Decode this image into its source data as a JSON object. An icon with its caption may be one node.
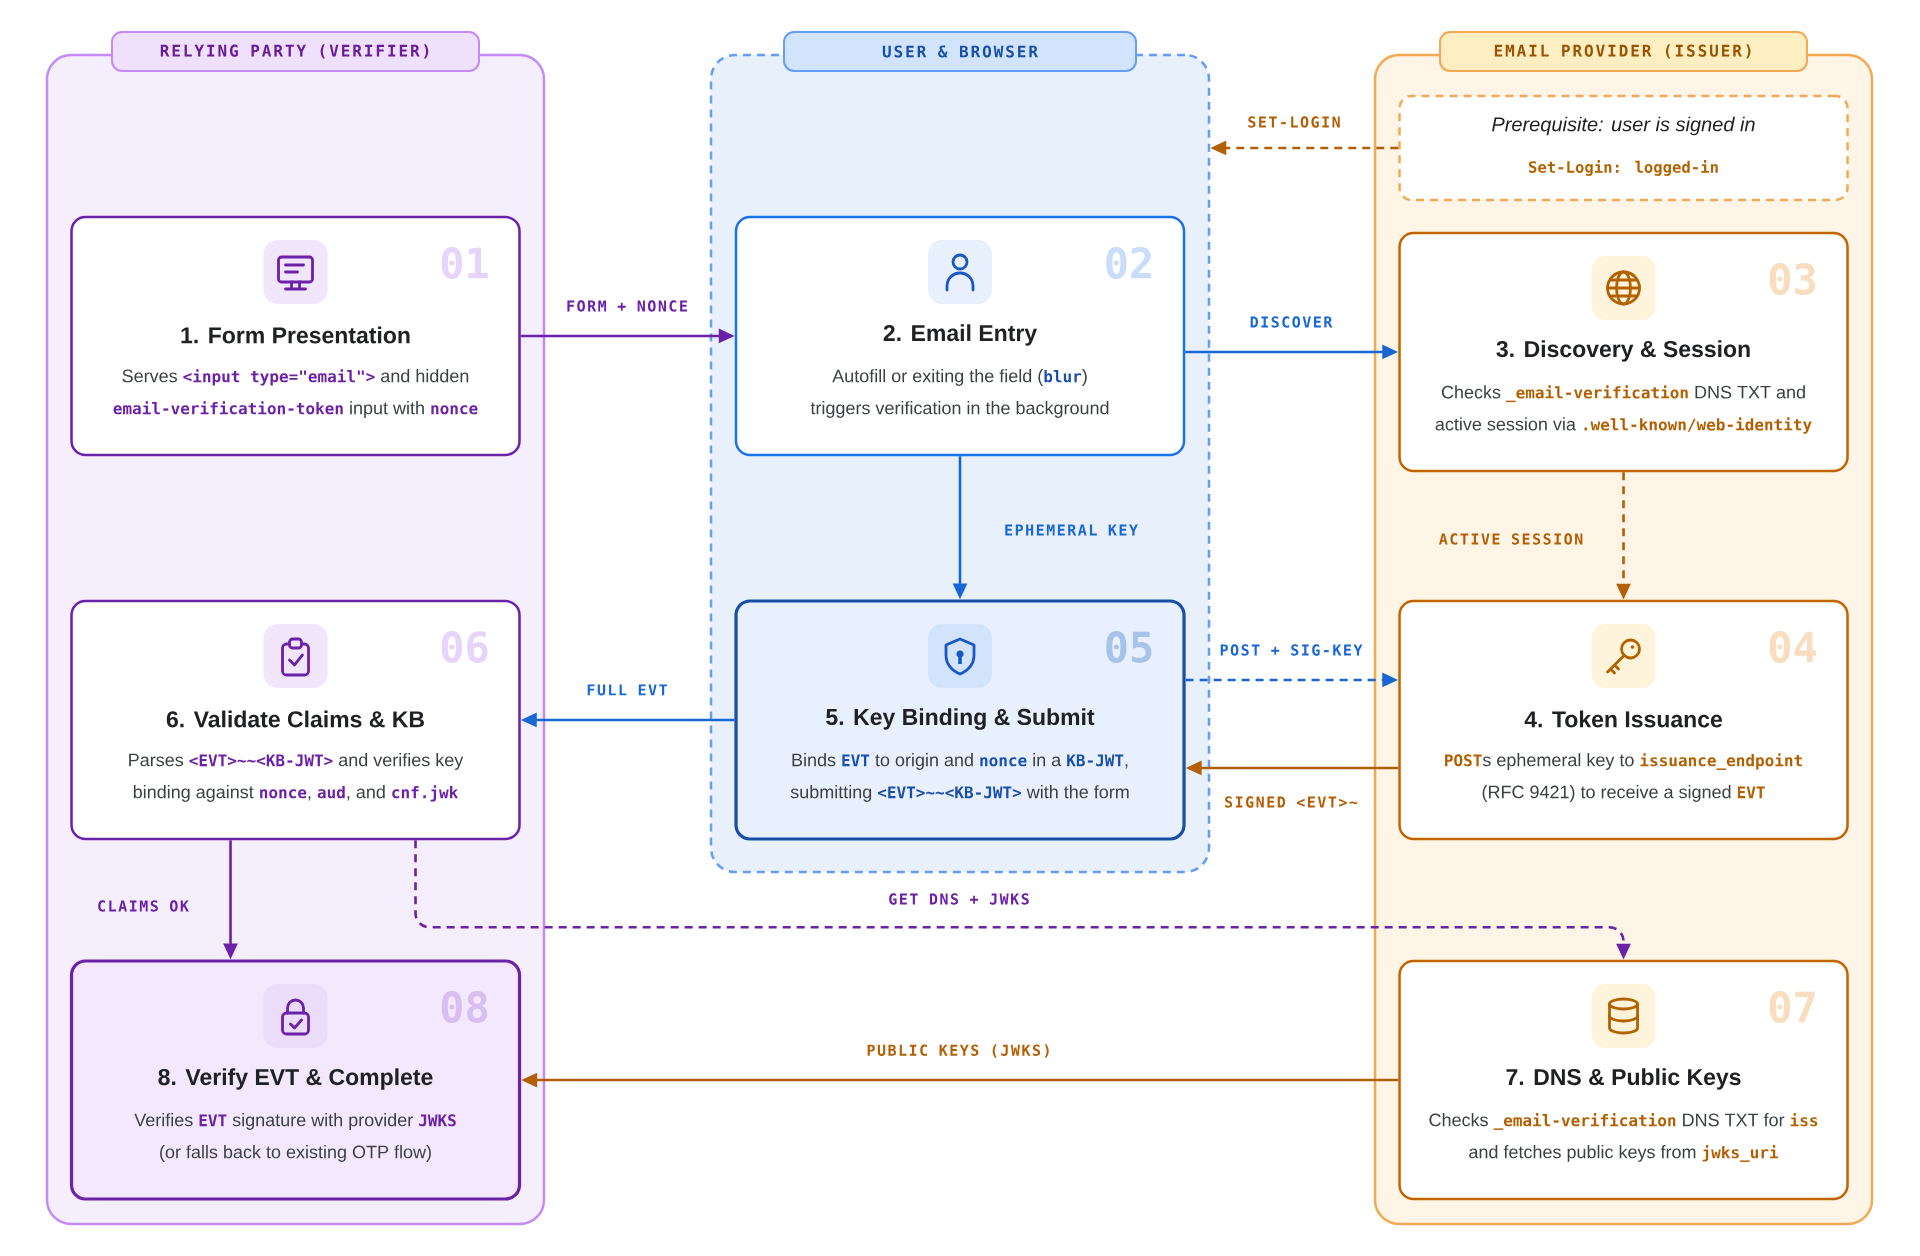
{
  "diagram": {
    "nodes": [
      {
        "text": [
          "RELYING PARTY (VERIFIER)"
        ]
      },
      {
        "text": [
          "USER & BROWSER"
        ]
      },
      {
        "text": [
          "EMAIL PROVIDER (ISSUER)"
        ]
      },
      {
        "text": [
          "Prerequisite: user is signed in",
          "Set-Login: logged-in"
        ],
        "in": 2
      },
      {
        "text": [
          "01",
          "1. Form Presentation",
          "Serves **<input type=\"email\">** and hidden **email-verification-token** input with **nonce**"
        ],
        "in": 0
      },
      {
        "text": [
          "02",
          "2. Email Entry",
          "Autofill or exiting the field (**blur**) triggers verification in the background"
        ],
        "in": 1
      },
      {
        "text": [
          "03",
          "3. Discovery & Session",
          "Checks **_email-verification** DNS TXT and active session via **.well-known/web-identity**"
        ],
        "in": 2
      },
      {
        "text": [
          "04",
          "4. Token Issuance",
          "**POST**s ephemeral key to **issuance_endpoint** (RFC 9421) to receive a signed **EVT**"
        ],
        "in": 2
      },
      {
        "text": [
          "05",
          "5. Key Binding & Submit",
          "Binds **EVT** to origin and **nonce** in a **KB-JWT**, submitting **<EVT>~~<KB-JWT>** with the form"
        ],
        "in": 1
      },
      {
        "text": [
          "06",
          "6. Validate Claims & KB",
          "Parses **<EVT>~~<KB-JWT>** and verifies key binding against **nonce**, **aud**, and **cnf.jwk**"
        ],
        "in": 0
      },
      {
        "text": [
          "07",
          "7. DNS & Public Keys",
          "Checks **_email-verification** DNS TXT for **iss** and fetches public keys from **jwks_uri**"
        ],
        "in": 2
      },
      {
        "text": [
          "08",
          "8. Verify EVT & Complete",
          "Verifies **EVT** signature with provider **JWKS** (or falls back to existing OTP flow)"
        ],
        "in": 0
      }
    ],
    "edges": [
      {
        "from": 4,
        "to": 5,
        "arrow": "to",
        "label": "FORM + NONCE",
        "color": "#6b21a8"
      },
      {
        "from": 5,
        "to": 6,
        "arrow": "to",
        "label": "DISCOVER",
        "color": "#1967d2"
      },
      {
        "from": 3,
        "to": 1,
        "arrow": "to",
        "label": "SET-LOGIN",
        "style": "dashed",
        "color": "#b45f06"
      },
      {
        "from": 5,
        "to": 8,
        "arrow": "to",
        "label": "EPHEMERAL KEY",
        "color": "#1967d2"
      },
      {
        "from": 6,
        "to": 7,
        "arrow": "to",
        "label": "ACTIVE SESSION",
        "style": "dashed",
        "color": "#b45f06"
      },
      {
        "from": 8,
        "to": 7,
        "arrow": "to",
        "label": "POST + SIG-KEY",
        "style": "dashed",
        "color": "#1967d2"
      },
      {
        "from": 7,
        "to": 8,
        "arrow": "to",
        "label": "SIGNED <EVT>~",
        "color": "#b45f06"
      },
      {
        "from": 8,
        "to": 9,
        "arrow": "to",
        "label": "FULL EVT",
        "color": "#1967d2"
      },
      {
        "from": 9,
        "to": 11,
        "arrow": "to",
        "label": "CLAIMS OK",
        "color": "#6b21a8"
      },
      {
        "from": 9,
        "to": 10,
        "arrow": "to",
        "label": "GET DNS + JWKS",
        "style": "dashed",
        "color": "#6b21a8"
      },
      {
        "from": 10,
        "to": 11,
        "arrow": "to",
        "label": "PUBLIC KEYS (JWKS)",
        "color": "#b45f06"
      }
    ]
  }
}
